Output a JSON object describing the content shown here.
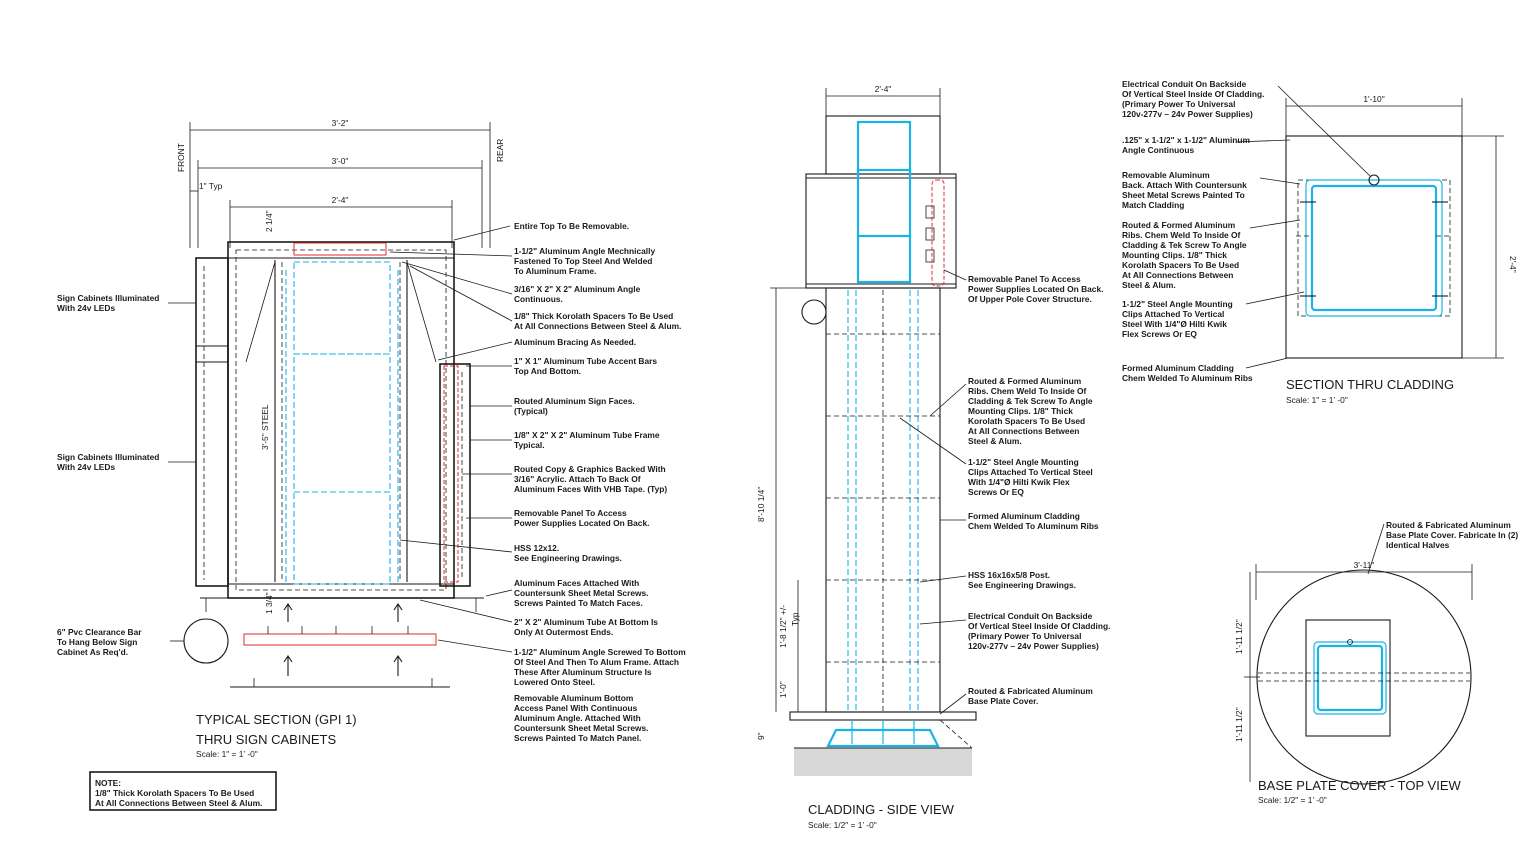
{
  "sheet": {
    "views": {
      "typical_section": {
        "title_line1": "TYPICAL SECTION (GPI 1)",
        "title_line2": "THRU SIGN CABINETS",
        "scale": "Scale: 1\" =  1’ -0\"",
        "side_front": "FRONT",
        "side_rear": "REAR",
        "dims": {
          "overall": "3'-2\"",
          "inner": "3'-0\"",
          "top": "2'-4\"",
          "typ": "1\" Typ",
          "top_gap": "2 1/4\"",
          "steel": "3'-5\" STEEL",
          "bottom_gap": "1 3/4\""
        },
        "left_notes": [
          [
            "Sign Cabinets Illuminated",
            "With 24v LEDs"
          ],
          [
            "Sign Cabinets Illuminated",
            "With 24v LEDs"
          ],
          [
            "6\" Pvc Clearance Bar",
            "To Hang Below Sign",
            "Cabinet  As Req'd."
          ]
        ],
        "right_notes": [
          [
            "Entire Top To Be Removable."
          ],
          [
            "1-1/2\" Aluminum Angle Mechnically",
            "Fastened To Top Steel And  Welded",
            "To Aluminum Frame."
          ],
          [
            "3/16\" X 2\" X 2\" Aluminum Angle",
            "Continuous."
          ],
          [
            "1/8\" Thick  Korolath Spacers To Be Used",
            "At All Connections Between Steel & Alum."
          ],
          [
            "Aluminum Bracing As Needed."
          ],
          [
            "1\" X 1\"  Aluminum Tube Accent Bars",
            "Top And Bottom."
          ],
          [
            "Routed Aluminum Sign Faces.",
            "(Typical)"
          ],
          [
            "1/8\" X 2\" X 2\" Aluminum Tube Frame",
            "Typical."
          ],
          [
            "Routed Copy & Graphics Backed With",
            "3/16\" Acrylic. Attach To Back Of",
            "Aluminum Faces With VHB Tape. (Typ)"
          ],
          [
            "Removable Panel To Access",
            "Power Supplies Located On Back."
          ],
          [
            "HSS 12x12.",
            "See Engineering Drawings."
          ],
          [
            "Aluminum Faces Attached With",
            "Countersunk Sheet Metal Screws.",
            "Screws Painted To Match Faces."
          ],
          [
            "2\" X 2\" Aluminum Tube At Bottom Is",
            "Only At Outermost Ends."
          ],
          [
            "1-1/2\" Aluminum Angle Screwed To Bottom",
            "Of Steel And Then To Alum Frame. Attach",
            "These After Aluminum Structure Is",
            "Lowered Onto Steel."
          ],
          [
            "Removable Aluminum Bottom",
            "Access Panel With Continuous",
            "Aluminum Angle. Attached With",
            "Countersunk Sheet Metal Screws.",
            "Screws Painted To Match Panel."
          ]
        ],
        "note_box": [
          "NOTE:",
          "1/8\" Thick  Korolath Spacers To Be Used",
          "At All Connections Between Steel & Alum."
        ]
      },
      "cladding_side": {
        "title": "CLADDING - SIDE VIEW",
        "scale": "Scale: 1/2\" =  1’ -0\"",
        "dims": {
          "top": "2'-4\"",
          "height": "8'-10 1/4\"",
          "spacing": "1'-8 1/2\" +/-",
          "typ": "Typ",
          "base": "1'-0\"",
          "footing": "9\""
        },
        "notes": [
          [
            "Removable Panel To Access",
            "Power Supplies Located On Back.",
            "Of Upper Pole Cover Structure."
          ],
          [
            "Routed & Formed Aluminum",
            "Ribs. Chem Weld To Inside Of",
            "Cladding & Tek Screw To Angle",
            "Mounting Clips. 1/8\" Thick",
            "Korolath Spacers To Be Used",
            "At All Connections Between",
            "Steel & Alum."
          ],
          [
            "1-1/2\" Steel Angle Mounting",
            "Clips Attached To Vertical Steel",
            "With 1/4\"Ø Hilti Kwik Flex",
            "Screws Or EQ"
          ],
          [
            "Formed Aluminum Cladding",
            "Chem Welded To Aluminum Ribs"
          ],
          [
            "HSS 16x16x5/8 Post.",
            "See Engineering Drawings."
          ],
          [
            "Electrical Conduit On Backside",
            "Of Vertical Steel Inside Of  Cladding.",
            "(Primary Power To Universal",
            "120v-277v – 24v Power Supplies)"
          ],
          [
            "Routed & Fabricated Aluminum",
            "Base Plate Cover."
          ]
        ]
      },
      "section_cladding": {
        "title": "SECTION THRU CLADDING",
        "scale": "Scale: 1\" =  1’ -0\"",
        "dims": {
          "width": "1'-10\"",
          "height": "2'-4\""
        },
        "notes": [
          [
            "Electrical Conduit On Backside",
            "Of Vertical Steel Inside Of  Cladding.",
            "(Primary Power To Universal",
            "120v-277v – 24v Power Supplies)"
          ],
          [
            ".125\" x 1-1/2\" x 1-1/2\" Aluminum",
            "Angle Continuous"
          ],
          [
            "Removable Aluminum",
            "Back. Attach With Countersunk",
            "Sheet Metal Screws Painted To",
            "Match Cladding"
          ],
          [
            "Routed & Formed Aluminum",
            "Ribs. Chem Weld To Inside Of",
            "Cladding & Tek Screw To Angle",
            "Mounting Clips. 1/8\" Thick",
            "Korolath Spacers To Be Used",
            "At All Connections Between",
            "Steel & Alum."
          ],
          [
            "1-1/2\" Steel Angle Mounting",
            "Clips Attached To Vertical",
            "Steel With 1/4\"Ø Hilti Kwik",
            "Flex Screws Or EQ"
          ],
          [
            "Formed Aluminum Cladding",
            "Chem Welded To Aluminum Ribs"
          ]
        ]
      },
      "base_plate": {
        "title": "BASE PLATE COVER - TOP VIEW",
        "scale": "Scale: 1/2\" =  1’ -0\"",
        "dims": {
          "width": "3'-11\"",
          "upper": "1'-11 1/2\"",
          "lower": "1'-11 1/2\""
        },
        "notes": [
          [
            "Routed & Fabricated Aluminum",
            "Base Plate Cover. Fabricate In (2)",
            "Identical Halves"
          ]
        ]
      }
    }
  }
}
